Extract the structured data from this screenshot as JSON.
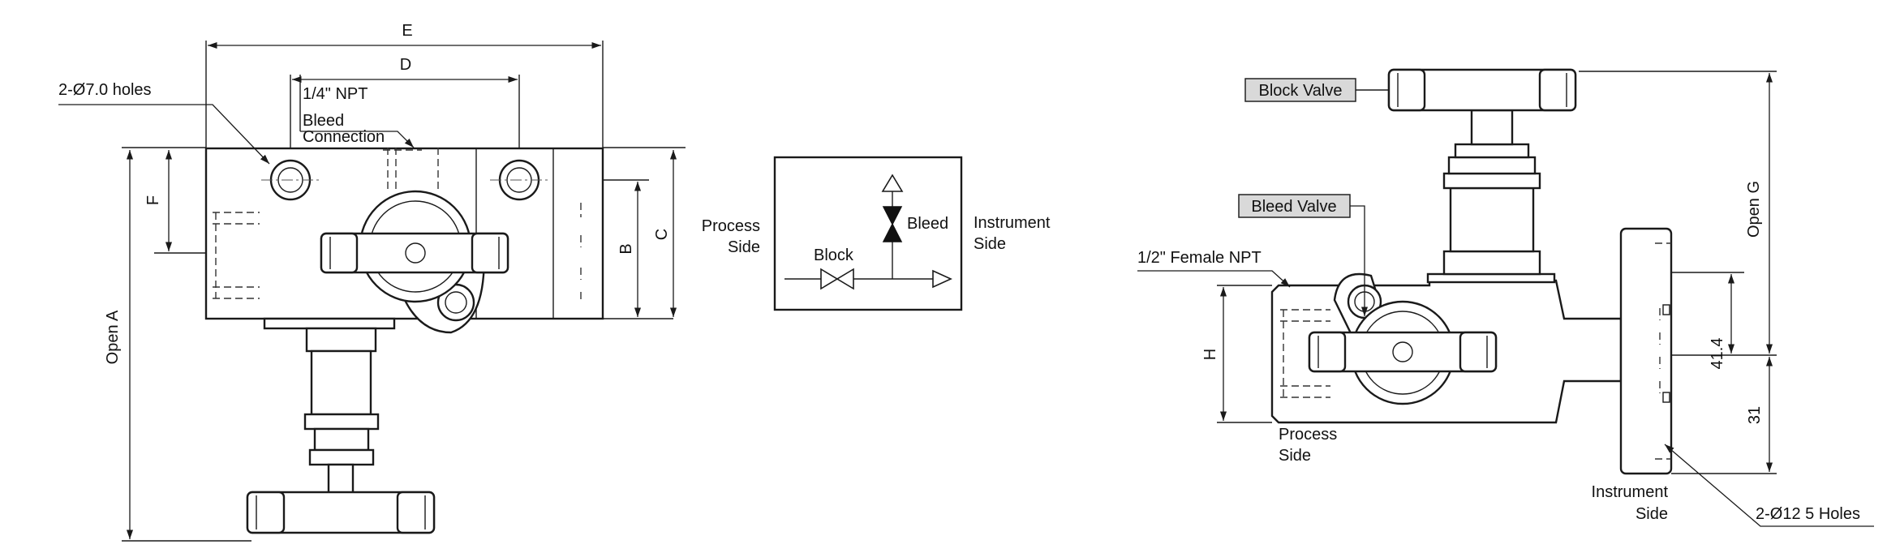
{
  "dimensions": {
    "E": "E",
    "D": "D",
    "F": "F",
    "B": "B",
    "C": "C",
    "open_a": "Open A",
    "open_g": "Open G",
    "H": "H",
    "d41": "41.4",
    "d31": "31"
  },
  "callouts": {
    "holes_front": "2-Ø7.0 holes",
    "npt_quarter": "1/4\" NPT",
    "bleed_connection_1": "Bleed",
    "bleed_connection_2": "Connection",
    "female_npt": "1/2\" Female NPT",
    "holes_side": "2-Ø12 5 Holes",
    "process_side_1": "Process",
    "process_side_2": "Side",
    "instrument_side_1": "Instrument",
    "instrument_side_2": "Side"
  },
  "schematic": {
    "process_1": "Process",
    "process_2": "Side",
    "instrument_1": "Instrument",
    "instrument_2": "Side",
    "block": "Block",
    "bleed": "Bleed"
  },
  "tags": {
    "block_valve": "Block Valve",
    "bleed_valve": "Bleed Valve"
  }
}
